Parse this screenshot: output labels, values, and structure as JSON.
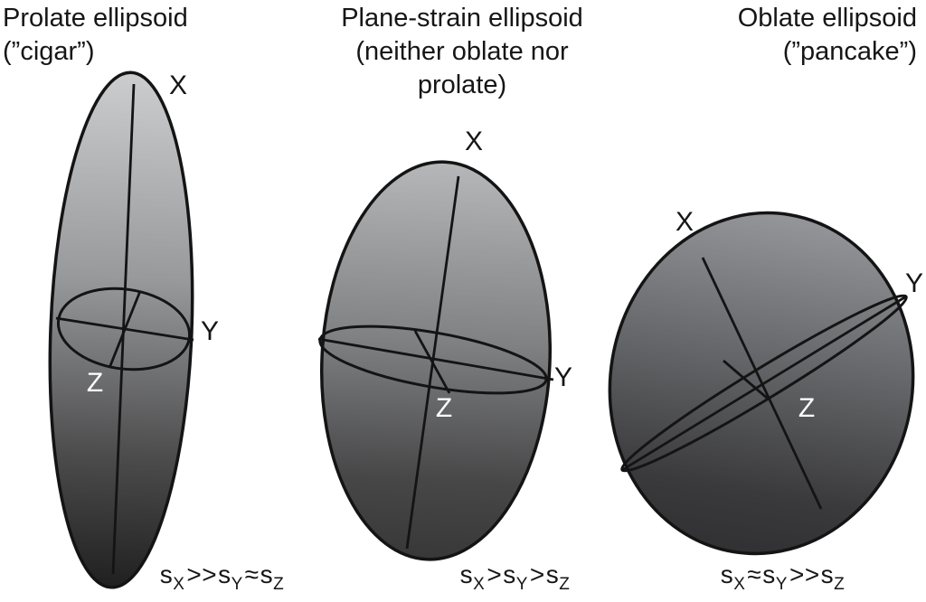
{
  "ink": "#141414",
  "background": "#ffffff",
  "z_label_color": "#ffffff",
  "panels": [
    {
      "name": "prolate",
      "title_lines": [
        "Prolate ellipsoid",
        "(”cigar”)"
      ],
      "axis_labels": {
        "x": "X",
        "y": "Y",
        "z": "Z"
      },
      "formula": [
        {
          "base": "s",
          "sub": "X"
        },
        {
          "op": ">>"
        },
        {
          "base": "s",
          "sub": "Y"
        },
        {
          "op": "≈"
        },
        {
          "base": "s",
          "sub": "Z"
        }
      ],
      "gradient": {
        "top": "#cccdce",
        "upper_mid": "#98999b",
        "lower_mid": "#4b4b4c",
        "bottom": "#202020"
      }
    },
    {
      "name": "plane-strain",
      "title_lines": [
        "Plane-strain ellipsoid",
        "(neither oblate nor",
        "prolate)"
      ],
      "axis_labels": {
        "x": "X",
        "y": "Y",
        "z": "Z"
      },
      "formula": [
        {
          "base": "s",
          "sub": "X"
        },
        {
          "op": ">"
        },
        {
          "base": "s",
          "sub": "Y"
        },
        {
          "op": ">"
        },
        {
          "base": "s",
          "sub": "Z"
        }
      ],
      "gradient": {
        "top": "#b6b7b9",
        "upper_mid": "#808183",
        "lower_mid": "#474748",
        "bottom": "#383838"
      }
    },
    {
      "name": "oblate",
      "title_lines": [
        "Oblate ellipsoid",
        "(”pancake”)"
      ],
      "axis_labels": {
        "x": "X",
        "y": "Y",
        "z": "Z"
      },
      "formula": [
        {
          "base": "s",
          "sub": "X"
        },
        {
          "op": "≈"
        },
        {
          "base": "s",
          "sub": "Y"
        },
        {
          "op": ">>"
        },
        {
          "base": "s",
          "sub": "Z"
        }
      ],
      "gradient": {
        "top": "#94969a",
        "upper_mid": "#636467",
        "lower_mid": "#3a3a3c",
        "bottom": "#313133"
      }
    }
  ]
}
